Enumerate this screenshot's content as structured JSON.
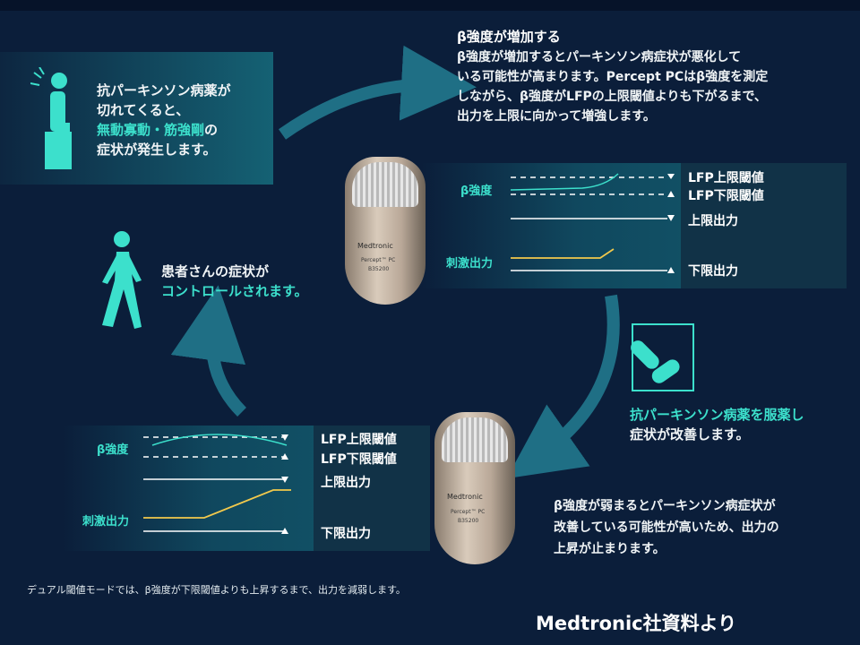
{
  "left_box": {
    "line1": "抗パーキンソン病薬が",
    "line2": "切れてくると、",
    "line3": "無動寡動・筋強剛",
    "line3_suffix": "の",
    "line4": "症状が発生します。"
  },
  "top_right": {
    "title": "β強度が増加する",
    "line1": "β強度が増加するとパーキンソン病症状が悪化して",
    "line2": "いる可能性が高まります。Percept PCはβ強度を測定",
    "line3": "しながら、β強度がLFPの上限閾値よりも下がるまで、",
    "line4": "出力を上限に向かって増強します。"
  },
  "graph_top": {
    "beta_label": "β強度",
    "stim_label": "刺激出力",
    "legend": [
      "LFP上限閾値",
      "LFP下限閾値",
      "上限出力",
      "下限出力"
    ]
  },
  "graph_bottom": {
    "beta_label": "β強度",
    "stim_label": "刺激出力",
    "legend": [
      "LFP上限閾値",
      "LFP下限閾値",
      "上限出力",
      "下限出力"
    ]
  },
  "mid_left": {
    "line1": "患者さんの症状が",
    "line2": "コントロールされます。"
  },
  "right_mid": {
    "line1": "抗パーキンソン病薬を服薬し",
    "line2": "症状が改善します。"
  },
  "bottom_right": {
    "line1": "β強度が弱まるとパーキンソン病症状が",
    "line2": "改善している可能性が高いため、出力の",
    "line3": "上昇が止まります。"
  },
  "device_top": {
    "brand": "Medtronic",
    "model": "Percept™ PC",
    "code": "B35200"
  },
  "device_bottom": {
    "brand": "Medtronic",
    "model": "Percept™ PC",
    "code": "B35200"
  },
  "footnote": "デュアル閾値モードでは、β強度が下限閾値よりも上昇するまで、出力を減弱します。",
  "credit": "Medtronic社資料より",
  "colors": {
    "teal": "#3ce0cc",
    "yellow": "#f2c94c",
    "background": "#0b1e3a"
  }
}
